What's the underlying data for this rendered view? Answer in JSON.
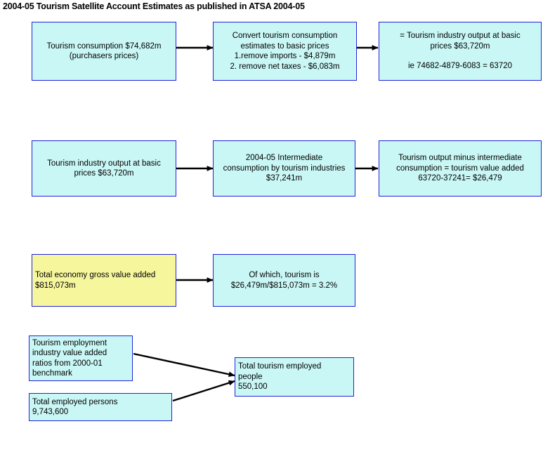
{
  "title": "2004-05 Tourism Satellite Account Estimates as published in ATSA 2004-05",
  "colors": {
    "box_fill": "#c9f7f5",
    "box_fill_highlight": "#f6f69d",
    "box_border": "#2222dd",
    "arrow": "#000000",
    "text": "#000000",
    "background": "#ffffff"
  },
  "boxes": {
    "tourism_consumption": {
      "lines": [
        "Tourism consumption $74,682m",
        "(purchasers prices)"
      ]
    },
    "convert_to_basic_prices": {
      "lines": [
        "Convert tourism consumption",
        "estimates to basic prices",
        "1.remove imports - $4,879m",
        "2. remove net taxes - $6,083m"
      ]
    },
    "tourism_industry_output": {
      "lines": [
        "= Tourism industry output at basic",
        "prices $63,720m",
        "",
        "ie 74682-4879-6083 = 63720"
      ]
    },
    "industry_output_basic_prices": {
      "lines": [
        "Tourism industry output at basic",
        "prices $63,720m"
      ]
    },
    "intermediate_consumption": {
      "lines": [
        "2004-05 Intermediate",
        "consumption by tourism industries",
        "$37,241m"
      ]
    },
    "tourism_value_added": {
      "lines": [
        "Tourism output minus intermediate",
        "consumption = tourism value added",
        "63720-37241= $26,479"
      ]
    },
    "total_economy_gva": {
      "lines": [
        "Total economy gross value added",
        "$815,073m"
      ]
    },
    "tourism_share": {
      "lines": [
        "Of which, tourism is",
        "$26,479m/$815,073m = 3.2%"
      ]
    },
    "employment_ratios": {
      "lines": [
        "Tourism employment",
        "industry value added",
        "ratios from 2000-01",
        "benchmark"
      ]
    },
    "total_employed_persons": {
      "lines": [
        "Total employed persons",
        "9,743,600"
      ]
    },
    "total_tourism_employed": {
      "lines": [
        "Total tourism employed",
        "people",
        "550,100"
      ]
    }
  },
  "flow": {
    "connectors": [
      {
        "name": "consumption-to-convert",
        "from": "tourism_consumption",
        "to": "convert_to_basic_prices"
      },
      {
        "name": "convert-to-output",
        "from": "convert_to_basic_prices",
        "to": "tourism_industry_output"
      },
      {
        "name": "output-to-intermediate",
        "from": "industry_output_basic_prices",
        "to": "intermediate_consumption"
      },
      {
        "name": "intermediate-to-value-added",
        "from": "intermediate_consumption",
        "to": "tourism_value_added"
      },
      {
        "name": "gva-to-share",
        "from": "total_economy_gva",
        "to": "tourism_share"
      },
      {
        "name": "ratios-to-employed",
        "from": "employment_ratios",
        "to": "total_tourism_employed"
      },
      {
        "name": "persons-to-employed",
        "from": "total_employed_persons",
        "to": "total_tourism_employed"
      }
    ]
  }
}
